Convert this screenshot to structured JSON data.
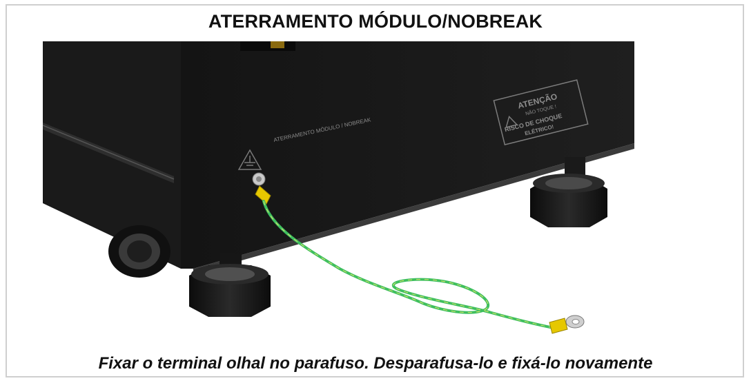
{
  "header": {
    "title": "ATERRAMENTO MÓDULO/NOBREAK"
  },
  "photo": {
    "panel_label": "ATERRAMENTO MÓDULO / NOBREAK",
    "warning_label": {
      "line1": "ATENÇÃO",
      "line2": "NÃO TOQUE !",
      "line3": "RISCO DE CHOQUE",
      "line4": "ELÉTRICO!"
    },
    "cable_color": "#3fbf5f",
    "terminal_color": "#e6c800"
  },
  "footer": {
    "caption": "Fixar o terminal olhal no parafuso. Desparafusa-lo e fixá-lo novamente"
  }
}
